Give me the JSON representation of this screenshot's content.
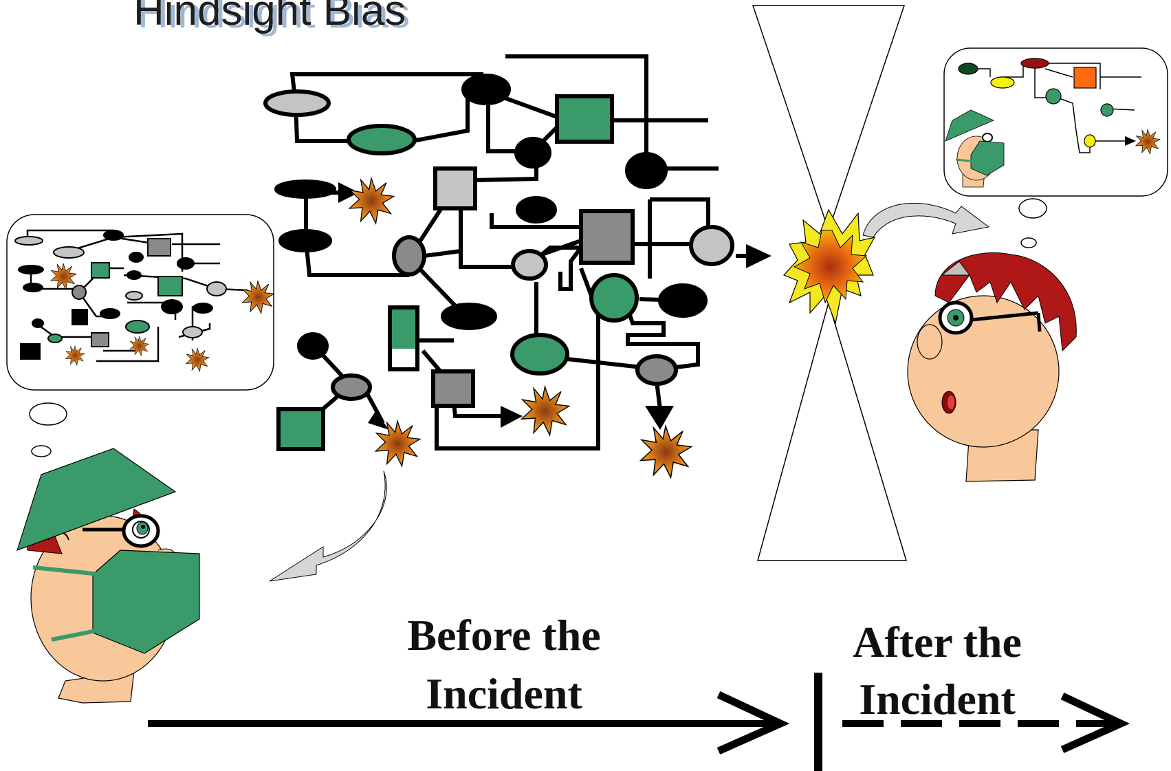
{
  "title": "Hindsight Bias",
  "labels": {
    "before_line1": "Before the",
    "before_line2": "Incident",
    "after_line1": "After the",
    "after_line2": "Incident"
  },
  "colors": {
    "green": "#3a9a6a",
    "light_gray": "#c4c4c4",
    "gray": "#8a8a8a",
    "black": "#000000",
    "skin": "#f8c89a",
    "hair": "#b01818",
    "explosion_orange": "#e08818",
    "explosion_yellow": "#f4e820",
    "orange_square": "#ff6a10",
    "yellow_node": "#f4f010",
    "dark_red_node": "#9a1010",
    "dark_green_node": "#104a20"
  },
  "icons": {
    "thought_bubble_before": "thought-bubble-icon",
    "thought_bubble_after": "thought-bubble-icon",
    "incident_explosion": "explosion-icon",
    "hourglass": "hourglass-icon",
    "surgeon_head": "surgeon-head-icon",
    "observer_head": "observer-head-icon"
  }
}
